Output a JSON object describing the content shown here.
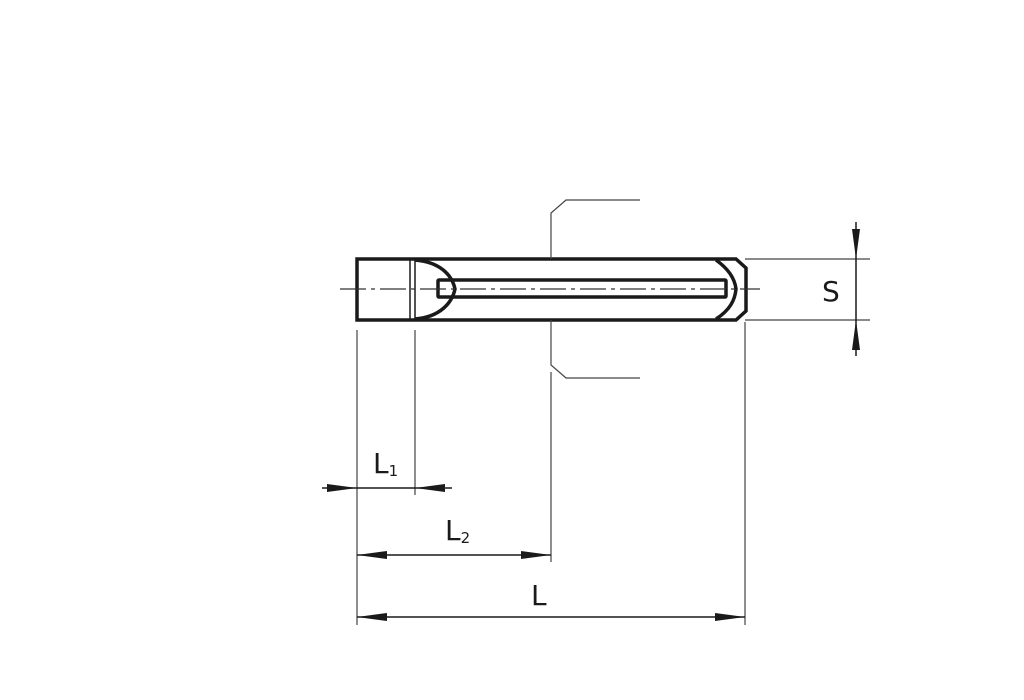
{
  "dimensions": {
    "l1": {
      "letter": "L",
      "subscript": "1"
    },
    "l2": {
      "letter": "L",
      "subscript": "2"
    },
    "l": {
      "letter": "L"
    },
    "s": {
      "letter": "S"
    }
  }
}
